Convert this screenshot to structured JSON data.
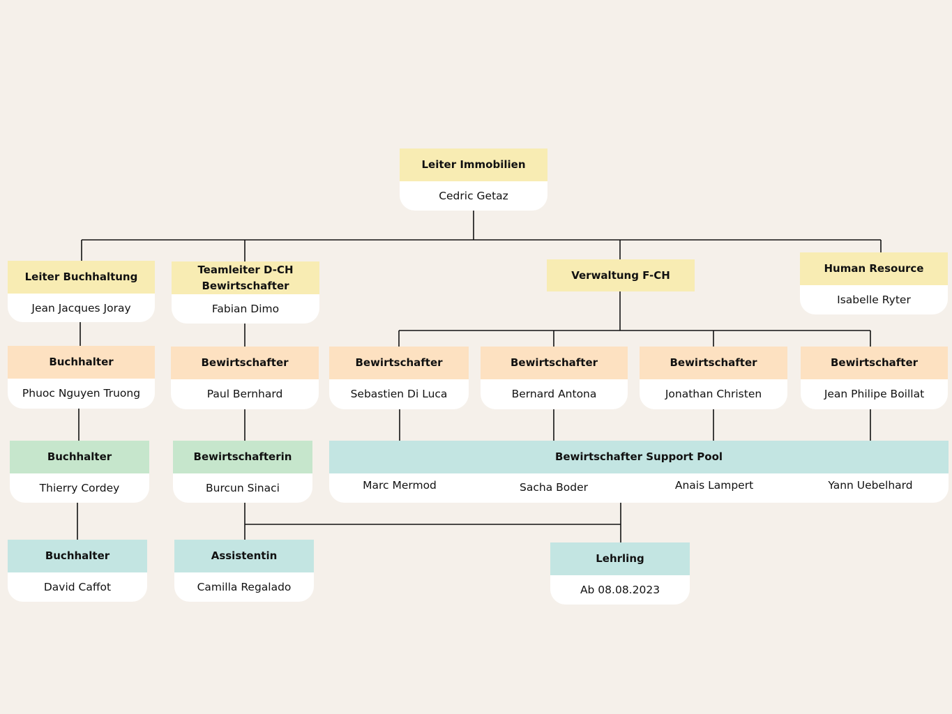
{
  "colors": {
    "background": "#f5f0ea",
    "yellow": "#f8ecb3",
    "orange": "#fde1c1",
    "green": "#c6e6cc",
    "teal": "#c3e5e2",
    "line": "#111111"
  },
  "nodes": {
    "leiter_immobilien": {
      "title": "Leiter Immobilien",
      "name": "Cedric Getaz"
    },
    "leiter_buchhaltung": {
      "title": "Leiter Buchhaltung",
      "name": "Jean Jacques Joray"
    },
    "teamleiter_dch": {
      "title": "Teamleiter D-CH\nBewirtschafter",
      "name": "Fabian Dimo"
    },
    "verwaltung_fch": {
      "title": "Verwaltung F-CH"
    },
    "human_resource": {
      "title": "Human Resource",
      "name": "Isabelle Ryter"
    },
    "buchhalter_1": {
      "title": "Buchhalter",
      "name": "Phuoc Nguyen Truong"
    },
    "buchhalter_2": {
      "title": "Buchhalter",
      "name": "Thierry Cordey"
    },
    "buchhalter_3": {
      "title": "Buchhalter",
      "name": "David Caffot"
    },
    "bewirtschafter_paul": {
      "title": "Bewirtschafter",
      "name": "Paul Bernhard"
    },
    "bewirtschafterin": {
      "title": "Bewirtschafterin",
      "name": "Burcun Sinaci"
    },
    "assistentin": {
      "title": "Assistentin",
      "name": "Camilla Regalado"
    },
    "bew_sebastien": {
      "title": "Bewirtschafter",
      "name": "Sebastien Di Luca"
    },
    "bew_bernard": {
      "title": "Bewirtschafter",
      "name": "Bernard Antona"
    },
    "bew_jonathan": {
      "title": "Bewirtschafter",
      "name": "Jonathan Christen"
    },
    "bew_jeanphilipe": {
      "title": "Bewirtschafter",
      "name": "Jean Philipe Boillat"
    },
    "support_pool": {
      "title": "Bewirtschafter Support Pool",
      "members": [
        "Marc Mermod",
        "Sacha Boder",
        "Anais Lampert",
        "Yann Uebelhard"
      ]
    },
    "lehrling": {
      "title": "Lehrling",
      "name": "Ab 08.08.2023"
    }
  }
}
